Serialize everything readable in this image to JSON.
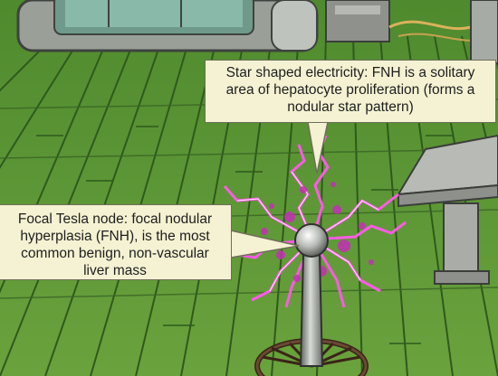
{
  "callouts": {
    "star_electricity": "Star shaped electricity: FNH is a solitary area of hepatocyte proliferation (forms a nodular star pattern)",
    "tesla_node": "Focal Tesla node: focal nodular hyperplasia (FNH), is the most common benign, non-vascular liver mass"
  },
  "colors": {
    "deck_green": "#5b8f36",
    "deck_dark": "#3a6425",
    "callout_fill": "#f4f2d2",
    "electric_pink": "#e23fcf",
    "pod_gray": "#9a9f98"
  },
  "icons": [
    "tesla-coil-illustration",
    "electric-star-illustration",
    "stone-bench-illustration",
    "pod-machine-illustration"
  ]
}
